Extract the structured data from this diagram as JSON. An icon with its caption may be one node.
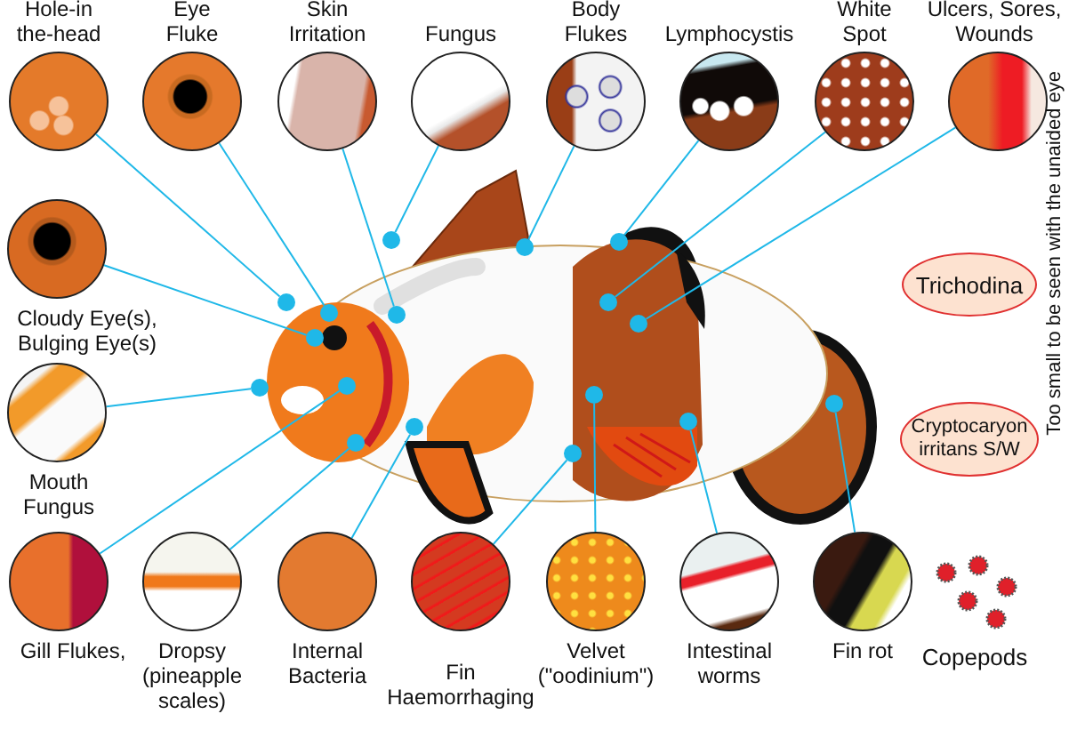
{
  "diagram": {
    "nodes": [
      {
        "text": [
          "Hole-in the-head"
        ]
      },
      {
        "text": [
          "Eye Fluke"
        ]
      },
      {
        "text": [
          "Skin Irritation"
        ]
      },
      {
        "text": [
          "Fungus"
        ]
      },
      {
        "text": [
          "Body Flukes"
        ]
      },
      {
        "text": [
          "Lymphocystis"
        ]
      },
      {
        "text": [
          "White Spot"
        ]
      },
      {
        "text": [
          "Ulcers, Sores, Wounds"
        ]
      },
      {
        "text": [
          "Cloudy Eye(s), Bulging Eye(s)"
        ]
      },
      {
        "text": [
          "Trichodina"
        ]
      },
      {
        "text": [
          "Mouth Fungus"
        ]
      },
      {
        "text": [
          "Cryptocaryon irritans S/W"
        ]
      },
      {
        "text": [
          "Gill Flukes,"
        ]
      },
      {
        "text": [
          "Dropsy (pineapple scales)"
        ]
      },
      {
        "text": [
          "Internal Bacteria"
        ]
      },
      {
        "text": [
          "Fin Haemorrhaging"
        ]
      },
      {
        "text": [
          "Velvet (\"oodinium\")"
        ]
      },
      {
        "text": [
          "Intestinal worms"
        ]
      },
      {
        "text": [
          "Fin rot"
        ]
      },
      {
        "text": [
          "Copepods"
        ]
      },
      {
        "text": [],
        "shape": "circle"
      },
      {
        "text": [],
        "shape": "circle"
      },
      {
        "text": [],
        "shape": "circle"
      },
      {
        "text": [],
        "shape": "circle"
      },
      {
        "text": [],
        "shape": "circle"
      },
      {
        "text": [],
        "shape": "circle"
      },
      {
        "text": [],
        "shape": "circle"
      },
      {
        "text": [],
        "shape": "circle"
      },
      {
        "text": [],
        "shape": "circle"
      },
      {
        "text": [],
        "shape": "circle"
      },
      {
        "text": [],
        "shape": "circle"
      },
      {
        "text": [],
        "shape": "circle"
      },
      {
        "text": [],
        "shape": "circle"
      },
      {
        "text": [],
        "shape": "circle"
      },
      {
        "text": [],
        "shape": "circle"
      },
      {
        "text": [],
        "shape": "circle"
      },
      {
        "text": [],
        "shape": "circle"
      }
    ],
    "edges": [
      {
        "from": 0,
        "to": 20,
        "arrow": "none"
      },
      {
        "from": 1,
        "to": 21,
        "arrow": "none"
      },
      {
        "from": 2,
        "to": 22,
        "arrow": "none"
      },
      {
        "from": 3,
        "to": 23,
        "arrow": "none"
      },
      {
        "from": 4,
        "to": 24,
        "arrow": "none"
      },
      {
        "from": 5,
        "to": 25,
        "arrow": "none"
      },
      {
        "from": 6,
        "to": 26,
        "arrow": "none"
      },
      {
        "from": 7,
        "to": 27,
        "arrow": "none"
      },
      {
        "from": 8,
        "to": 28,
        "arrow": "none"
      },
      {
        "from": 10,
        "to": 29,
        "arrow": "none"
      },
      {
        "from": 12,
        "to": 30,
        "arrow": "none"
      },
      {
        "from": 13,
        "to": 31,
        "arrow": "none"
      },
      {
        "from": 14,
        "to": 32,
        "arrow": "none"
      },
      {
        "from": 15,
        "to": 33,
        "arrow": "none"
      },
      {
        "from": 16,
        "to": 34,
        "arrow": "none"
      },
      {
        "from": 17,
        "to": 35,
        "arrow": "none"
      },
      {
        "from": 18,
        "to": 36,
        "arrow": "none"
      }
    ],
    "labels": [
      "Too small to be seen with the unaided eye"
    ]
  }
}
